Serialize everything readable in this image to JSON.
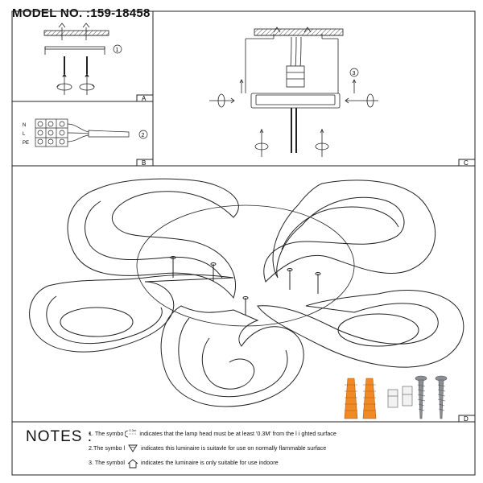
{
  "header": {
    "model_label": "MODEL NO. :",
    "model_number": "159-18458"
  },
  "panels": {
    "a": {
      "letter": "A",
      "step": "1"
    },
    "b": {
      "letter": "B",
      "step": "2",
      "terminal_labels": [
        "N",
        "L",
        "PE"
      ]
    },
    "c": {
      "letter": "C",
      "step": "3"
    },
    "d": {
      "letter": "D"
    }
  },
  "notes": {
    "title": "NOTES :",
    "items": [
      {
        "prefix": "1. The symbo",
        "icon": "distance-0.3m-icon",
        "icon_text": "0.3m",
        "suffix": " indicates that the lamp head must be at least '0.3M' from the l i ghted surface"
      },
      {
        "prefix": "2.The symbo l",
        "icon": "flammable-surface-triangle-icon",
        "suffix": " indicates this luminaire is suitavle for use on normally flammable surface"
      },
      {
        "prefix": "3. The symbol",
        "icon": "indoor-house-icon",
        "suffix": "indicates the luminaire is only suitable for use indoore"
      }
    ]
  },
  "colors": {
    "line": "#222222",
    "anchor_orange": "#f08a24",
    "screw_gray": "#8a8f96"
  }
}
